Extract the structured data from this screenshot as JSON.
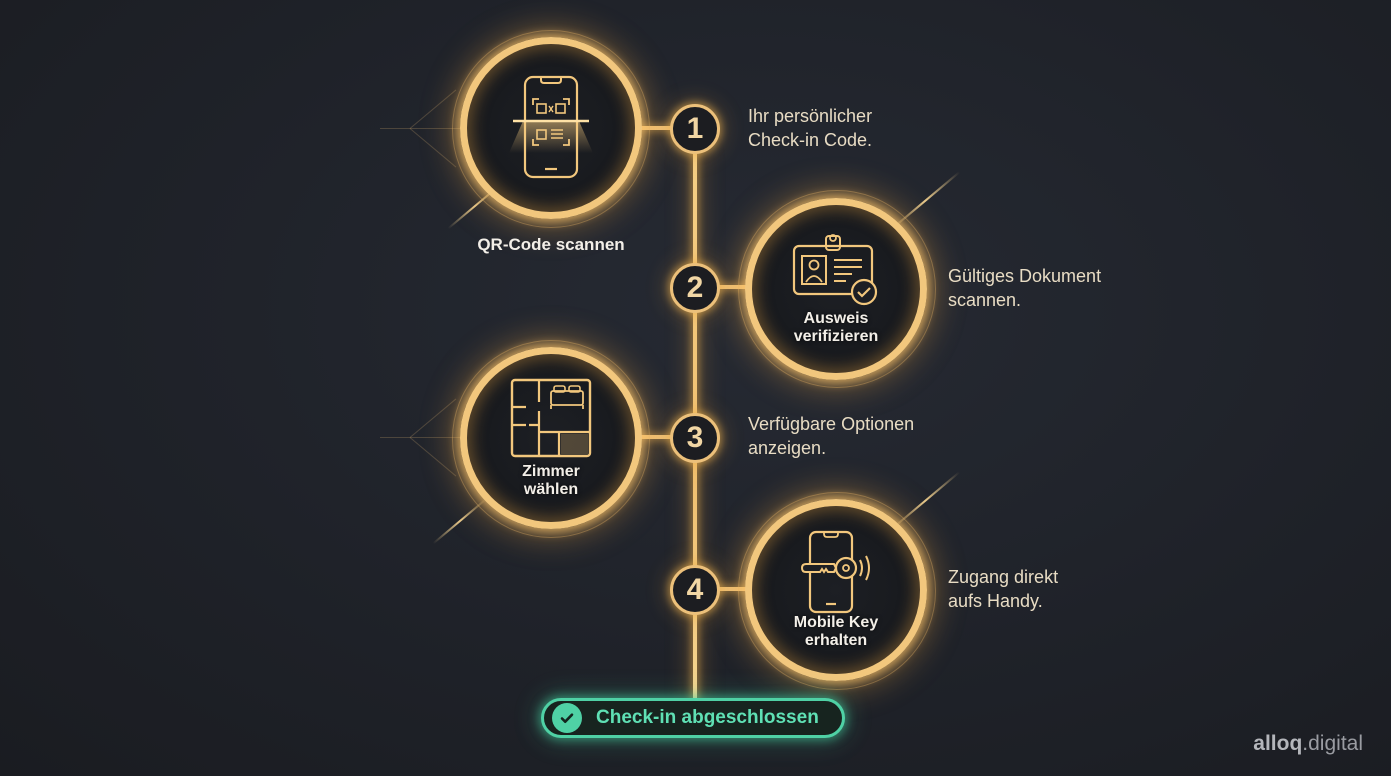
{
  "steps": [
    {
      "number": "1",
      "title": "QR-Code scannen",
      "description_line1": "Ihr persönlicher",
      "description_line2": "Check-in Code.",
      "icon": "phone-qr-scan-icon"
    },
    {
      "number": "2",
      "title_line1": "Ausweis",
      "title_line2": "verifizieren",
      "description_line1": "Gültiges Dokument",
      "description_line2": "scannen.",
      "icon": "id-card-check-icon"
    },
    {
      "number": "3",
      "title_line1": "Zimmer",
      "title_line2": "wählen",
      "description_line1": "Verfügbare Optionen",
      "description_line2": "anzeigen.",
      "icon": "floorplan-bed-icon"
    },
    {
      "number": "4",
      "title_line1": "Mobile Key",
      "title_line2": "erhalten",
      "description_line1": "Zugang direkt",
      "description_line2": "aufs Handy.",
      "icon": "phone-key-icon"
    }
  ],
  "status": {
    "label": "Check-in abgeschlossen",
    "icon": "check-icon",
    "color": "#4fd1a5"
  },
  "brand": {
    "bold": "alloq",
    "rest": ".digital"
  },
  "colors": {
    "accent_gold": "#f2c77d",
    "background": "#1f2229",
    "success_green": "#4fd1a5"
  }
}
